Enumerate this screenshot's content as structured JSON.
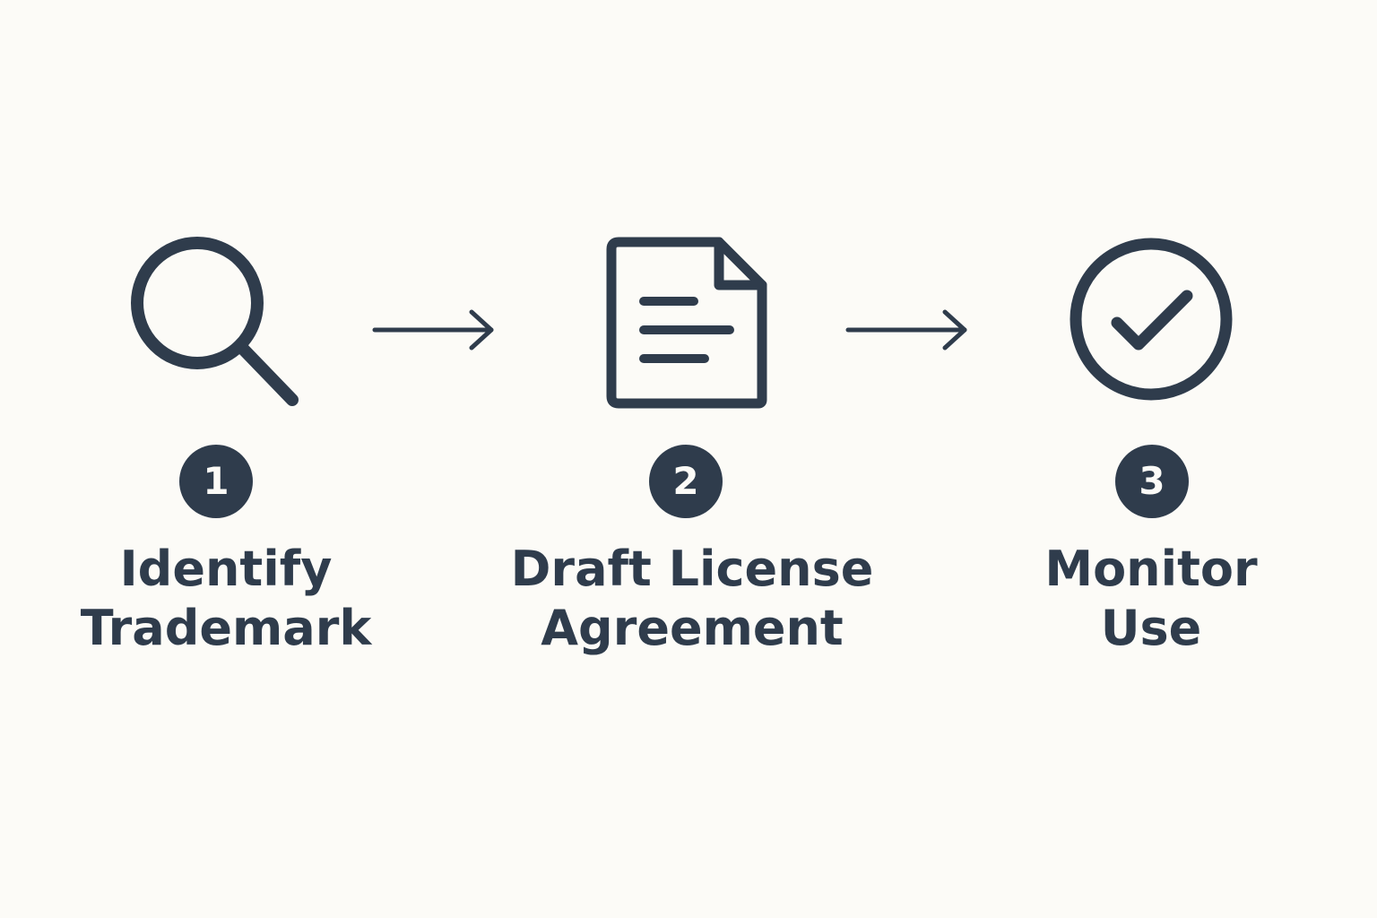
{
  "colors": {
    "background": "#fcfbf7",
    "ink": "#2f3c4c"
  },
  "steps": [
    {
      "number": "1",
      "icon": "magnifying-glass-icon",
      "label_lines": [
        "Identify",
        "Trademark"
      ]
    },
    {
      "number": "2",
      "icon": "document-icon",
      "label_lines": [
        "Draft License",
        "Agreement"
      ]
    },
    {
      "number": "3",
      "icon": "check-circle-icon",
      "label_lines": [
        "Monitor",
        "Use"
      ]
    }
  ],
  "connectors": [
    {
      "icon": "arrow-right-icon",
      "from": "1",
      "to": "2"
    },
    {
      "icon": "arrow-right-icon",
      "from": "2",
      "to": "3"
    }
  ]
}
